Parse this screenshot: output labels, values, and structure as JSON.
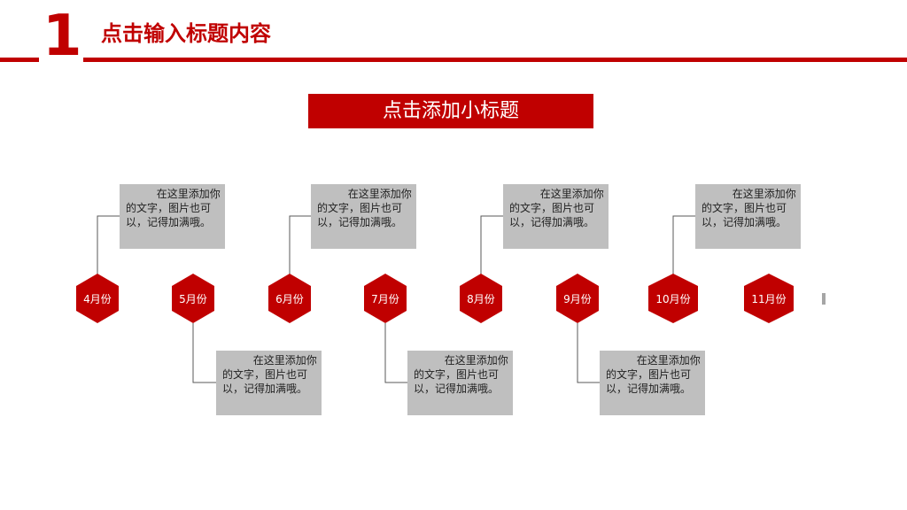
{
  "header": {
    "number": "1",
    "title": "点击输入标题内容"
  },
  "subtitle": "点击添加小标题",
  "timeline": {
    "months": [
      "4月份",
      "5月份",
      "6月份",
      "7月份",
      "8月份",
      "9月份",
      "10月份",
      "11月份"
    ],
    "card_text": "在这里添加你的文字，图片也可以，记得加满哦。"
  },
  "colors": {
    "accent": "#c00000",
    "card_bg": "#bfbfbf",
    "connector": "#595959"
  }
}
